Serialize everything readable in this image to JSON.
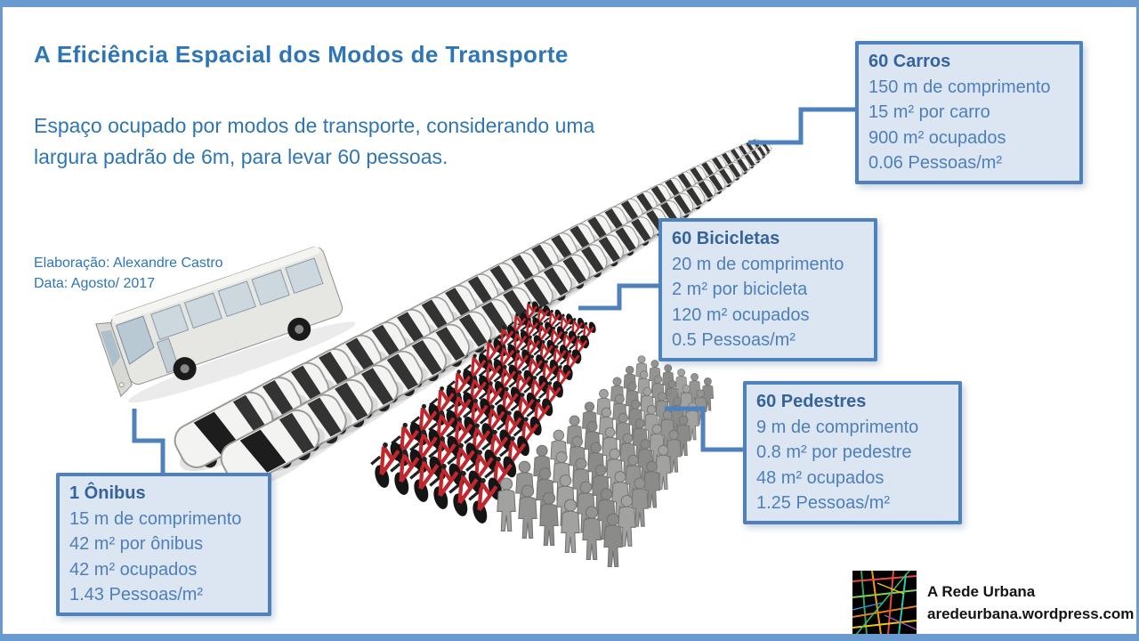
{
  "colors": {
    "accent_blue": "#2E75B6",
    "frame_border": "#699BD1",
    "box_border": "#4F81BD",
    "box_fill": "#DCE6F2",
    "box_heading_text": "#35639A",
    "box_body_text": "#4E7FBA",
    "bike_red": "#C1272D",
    "car_body": "#F3F3F1",
    "pedestrian_gray": "#979795",
    "footer_text": "#141414"
  },
  "header": {
    "title": "A Eficiência Espacial dos Modos de Transporte",
    "subtitle_line1": "Espaço ocupado por modos de transporte, considerando uma",
    "subtitle_line2": "largura padrão de 6m, para levar 60 pessoas."
  },
  "credits": {
    "line1": "Elaboração: Alexandre Castro",
    "line2": "Data: Agosto/ 2017"
  },
  "callouts": [
    {
      "id": "carros",
      "title": "60 Carros",
      "lines": [
        "150 m de comprimento",
        "15 m² por carro",
        "900 m² ocupados",
        "0.06 Pessoas/m²"
      ]
    },
    {
      "id": "bicicletas",
      "title": "60 Bicicletas",
      "lines": [
        "20 m de comprimento",
        "2 m² por bicicleta",
        "120 m² ocupados",
        "0.5 Pessoas/m²"
      ]
    },
    {
      "id": "pedestres",
      "title": "60 Pedestres",
      "lines": [
        "9 m de comprimento",
        "0.8 m² por pedestre",
        "48 m² ocupados",
        "1.25 Pessoas/m²"
      ]
    },
    {
      "id": "onibus",
      "title": "1 Ônibus",
      "lines": [
        "15 m de comprimento",
        "42 m² por ônibus",
        "42 m² ocupados",
        "1.43 Pessoas/m²"
      ]
    }
  ],
  "footer": {
    "brand": "A Rede Urbana",
    "url": "aredeurbana.wordpress.com",
    "logo_icon": "street-network-map"
  },
  "scene": {
    "bus_count": 1,
    "car_count": 60,
    "car_columns": 2,
    "bike_count": 60,
    "bike_rows": 10,
    "bike_cols": 6,
    "pedestrian_count": 60,
    "pedestrian_rows": 10,
    "pedestrian_cols": 6
  }
}
